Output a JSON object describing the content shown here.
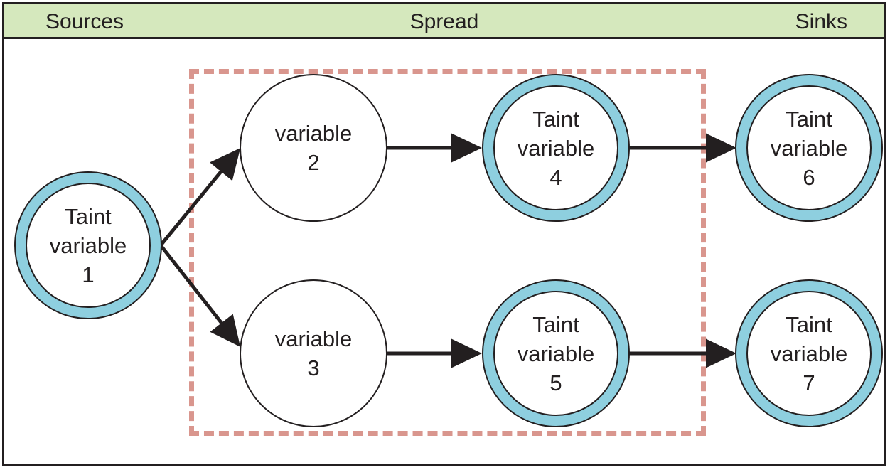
{
  "figure": {
    "colors": {
      "header_band": "#d5e8bd",
      "frame_border": "#231f20",
      "taint_ring": "#8ecfdf",
      "dashed_region": "#d9968e",
      "node_fill": "#ffffff",
      "edge": "#231f20"
    }
  },
  "header": {
    "columns": [
      {
        "label": "Sources"
      },
      {
        "label": "Spread"
      },
      {
        "label": "Sinks"
      }
    ]
  },
  "diagram": {
    "type": "taint-propagation-flow",
    "nodes": [
      {
        "id": "1",
        "line1": "Taint",
        "line2": "variable",
        "line3": "1",
        "tainted": true,
        "column": "Sources"
      },
      {
        "id": "2",
        "line1": "",
        "line2": "variable",
        "line3": "2",
        "tainted": false,
        "column": "Spread"
      },
      {
        "id": "3",
        "line1": "",
        "line2": "variable",
        "line3": "3",
        "tainted": false,
        "column": "Spread"
      },
      {
        "id": "4",
        "line1": "Taint",
        "line2": "variable",
        "line3": "4",
        "tainted": true,
        "column": "Spread"
      },
      {
        "id": "5",
        "line1": "Taint",
        "line2": "variable",
        "line3": "5",
        "tainted": true,
        "column": "Spread"
      },
      {
        "id": "6",
        "line1": "Taint",
        "line2": "variable",
        "line3": "6",
        "tainted": true,
        "column": "Sinks"
      },
      {
        "id": "7",
        "line1": "Taint",
        "line2": "variable",
        "line3": "7",
        "tainted": true,
        "column": "Sinks"
      }
    ],
    "edges": [
      {
        "from": "1",
        "to": "2"
      },
      {
        "from": "1",
        "to": "3"
      },
      {
        "from": "2",
        "to": "4"
      },
      {
        "from": "3",
        "to": "5"
      },
      {
        "from": "4",
        "to": "6"
      },
      {
        "from": "5",
        "to": "7"
      }
    ]
  }
}
